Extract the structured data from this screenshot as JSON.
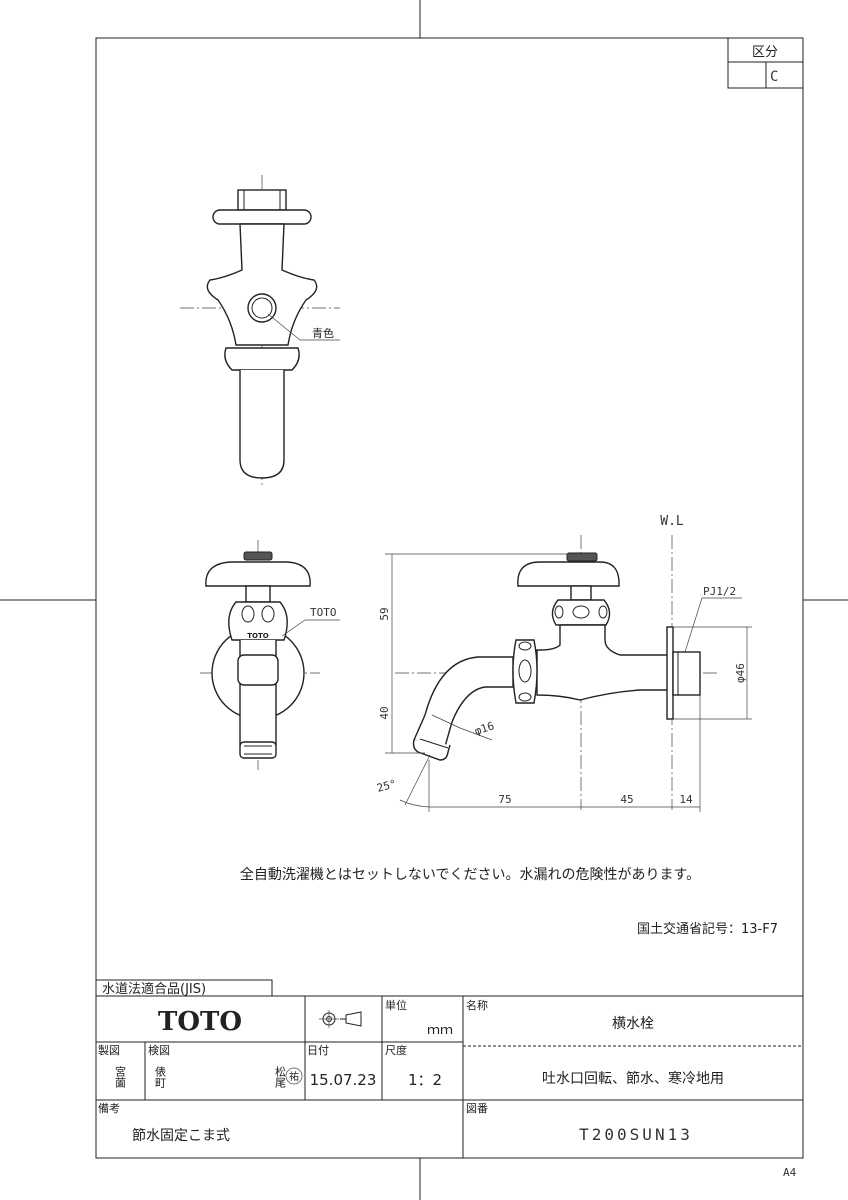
{
  "classification": {
    "header": "区分",
    "value": "C"
  },
  "drawing": {
    "color_note": "青色",
    "brand_mark": "TOTO",
    "brand_label": "TOTO",
    "wl_label": "W.L",
    "thread_label": "PJ1/2",
    "dia_flange": "φ46",
    "dia_spout": "φ16",
    "dim_height_upper": "59",
    "dim_height_lower": "40",
    "dim_angle": "25°",
    "dim_75": "75",
    "dim_45": "45",
    "dim_14": "14"
  },
  "notes": {
    "warning": "全自動洗濯機とはセットしないでください。水漏れの危険性があります。",
    "registration": "国土交通省記号：13-F7"
  },
  "title_block": {
    "jis": "水道法適合品(JIS)",
    "logo": "TOTO",
    "unit_label": "単位",
    "unit_value": "ｍｍ",
    "name_label": "名称",
    "name_value": "横水栓",
    "sub_name": "吐水口回転、節水、寒冷地用",
    "drawn_label": "製図",
    "drawn_value": "宮薗",
    "checked_label": "検図",
    "checked_value": "俵町",
    "approved_value": "松尾",
    "approved_stamp": "祐",
    "date_label": "日付",
    "date_value": "15.07.23",
    "scale_label": "尺度",
    "scale_value": "1：2",
    "remarks_label": "備考",
    "remarks_value": "節水固定こま式",
    "drawing_no_label": "図番",
    "drawing_no_value": "T200SUN13"
  },
  "paper_size": "A4"
}
